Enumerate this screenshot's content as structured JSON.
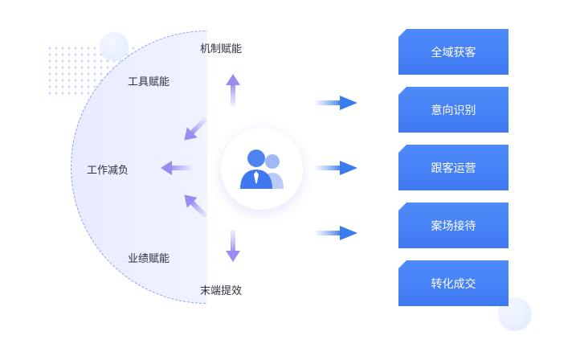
{
  "labels": {
    "top": "机制赋能",
    "upper_left": "工具赋能",
    "left": "工作减负",
    "lower_left": "业绩赋能",
    "bottom": "末端提效"
  },
  "steps": [
    {
      "label": "全域获客"
    },
    {
      "label": "意向识别"
    },
    {
      "label": "跟客运营"
    },
    {
      "label": "案场接待"
    },
    {
      "label": "转化成交"
    }
  ],
  "colors": {
    "accent": "#3f78f1",
    "arrow_purple": "#9b8cf2",
    "arrow_blue": "#3a7bf0",
    "disc_border": "#8f9cf0"
  },
  "icons": {
    "center": "users-icon"
  }
}
